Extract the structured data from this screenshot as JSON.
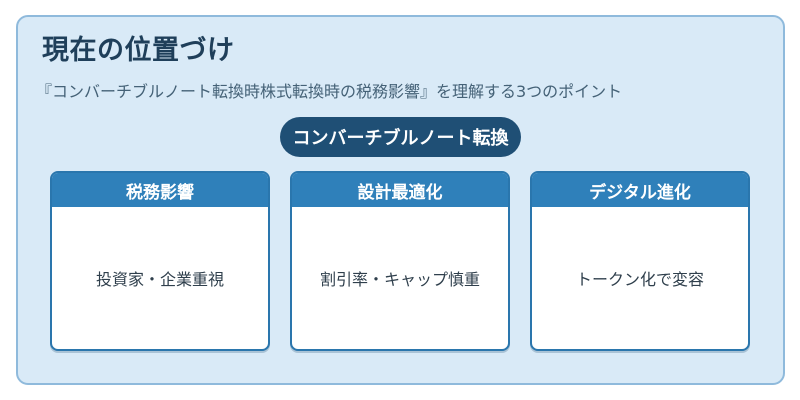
{
  "title": "現在の位置づけ",
  "subtitle": "『コンバーチブルノート転換時株式転換時の税務影響』を理解する3つのポイント",
  "center": {
    "label": "コンバーチブルノート転換"
  },
  "cards": [
    {
      "header": "税務影響",
      "body": "投資家・企業重視"
    },
    {
      "header": "設計最適化",
      "body": "割引率・キャップ慎重"
    },
    {
      "header": "デジタル進化",
      "body": "トークン化で変容"
    }
  ],
  "colors": {
    "background": "#d9eaf7",
    "pill": "#1f4f75",
    "card_header": "#2f80ba",
    "card_border": "#2a76ad"
  }
}
